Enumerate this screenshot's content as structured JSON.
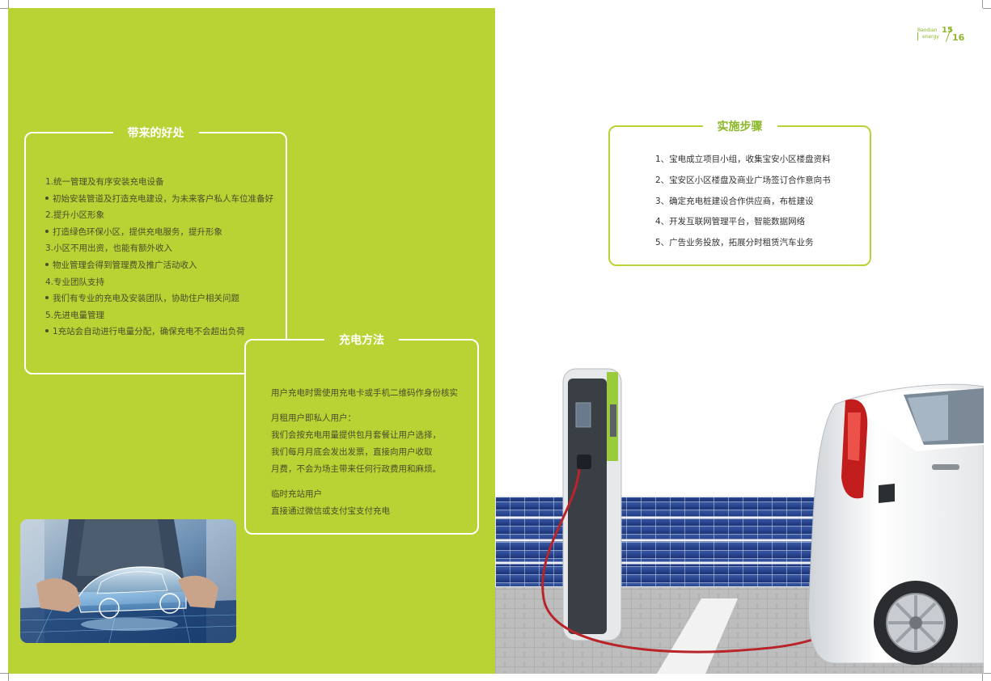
{
  "page_number": {
    "brand_line1": "Baodian",
    "brand_line2": "energy",
    "current": "15",
    "total": "16"
  },
  "benefits": {
    "title": "带来的好处",
    "items": [
      {
        "text": "1.统一管理及有序安装充电设备",
        "bullet": false
      },
      {
        "text": "初始安装管道及打造充电建设，为未来客户私人车位准备好",
        "bullet": true
      },
      {
        "text": "2.提升小区形象",
        "bullet": false
      },
      {
        "text": "打造绿色环保小区，提供充电服务，提升形象",
        "bullet": true
      },
      {
        "text": "3.小区不用出资，也能有额外收入",
        "bullet": false
      },
      {
        "text": "物业管理会得到管理费及推广活动收入",
        "bullet": true
      },
      {
        "text": "4.专业团队支持",
        "bullet": false
      },
      {
        "text": "我们有专业的充电及安装团队，协助住户相关问题",
        "bullet": true
      },
      {
        "text": "5.先进电量管理",
        "bullet": false
      },
      {
        "text": "1充站会自动进行电量分配，确保充电不会超出负荷",
        "bullet": true
      }
    ]
  },
  "charging": {
    "title": "充电方法",
    "lines": [
      "用户充电时需使用充电卡或手机二维码作身份核实",
      "",
      "月租用户即私人用户：",
      "我们会按充电用量提供包月套餐让用户选择，",
      "我们每月月底会发出发票，直接向用户收取",
      "月费，不会为场主带来任何行政费用和麻烦。",
      "",
      "临时充站用户",
      "直接通过微信或支付宝支付充电"
    ]
  },
  "steps": {
    "title": "实施步骤",
    "items": [
      "1、宝电成立项目小组，收集宝安小区楼盘资料",
      "2、宝安区小区楼盘及商业广场签订合作意向书",
      "3、确定充电桩建设合作供应商，布桩建设",
      "4、开发互联网管理平台，智能数据网络",
      "5、广告业务投放，拓展分时租赁汽车业务"
    ]
  },
  "colors": {
    "green": "#b9d334",
    "accent": "#8cb82a",
    "text_dark": "#4c4c2a"
  }
}
